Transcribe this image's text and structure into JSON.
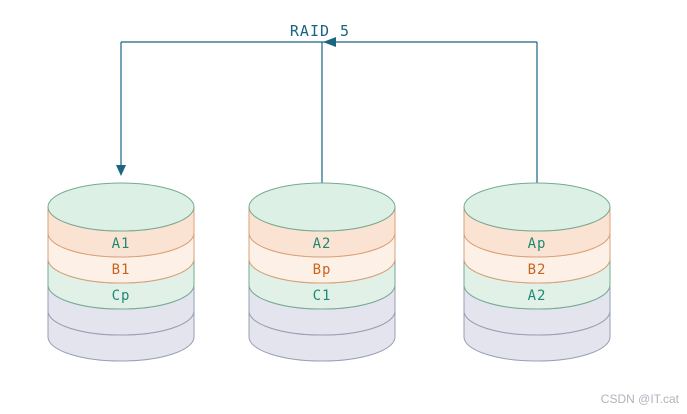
{
  "title": "RAID 5",
  "watermark": "CSDN @IT.cat",
  "disks": [
    {
      "id": "disk-1",
      "blocks": [
        "A1",
        "B1",
        "Cp"
      ]
    },
    {
      "id": "disk-2",
      "blocks": [
        "A2",
        "Bp",
        "C1"
      ]
    },
    {
      "id": "disk-3",
      "blocks": [
        "Ap",
        "B2",
        "A2"
      ]
    }
  ],
  "colors": {
    "connector": "#1a6580",
    "teal_text": "#1f8a72",
    "orange_text": "#c8641f",
    "band_peach": "#fbe3d3",
    "band_cream": "#fdf1e7",
    "band_green": "#e1f1e7",
    "band_gray": "#e4e4ee",
    "top_ellipse": "#ddf0e5",
    "stroke_orange": "#dba077",
    "stroke_green": "#74ab92",
    "stroke_gray": "#989eb4"
  }
}
